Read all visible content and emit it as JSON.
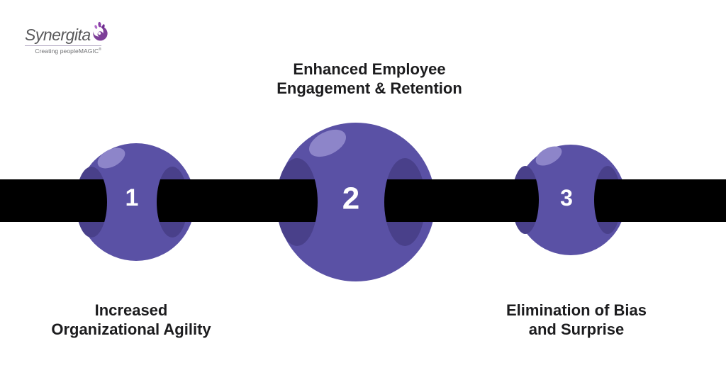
{
  "logo": {
    "brand": "Synergita",
    "tagline": "Creating peopleMAGIC",
    "tagline_mark": "®"
  },
  "steps": [
    {
      "number": "1",
      "label_lines": [
        "Increased",
        "Organizational Agility"
      ],
      "label_position": "below"
    },
    {
      "number": "2",
      "label_lines": [
        "Enhanced Employee",
        "Engagement & Retention"
      ],
      "label_position": "above"
    },
    {
      "number": "3",
      "label_lines": [
        "Elimination of Bias",
        "and Surprise"
      ],
      "label_position": "below"
    }
  ],
  "colors": {
    "bead_fill": "#5a51a5",
    "bead_hole": "#49408a",
    "bead_highlight": "#8d85c9",
    "band": "#000000",
    "number_text": "#ffffff",
    "label_text": "#1c1c1e",
    "logo_text": "#58585a",
    "logo_icon_purple": "#7d3f98",
    "tagline_text": "#6d6e71"
  }
}
